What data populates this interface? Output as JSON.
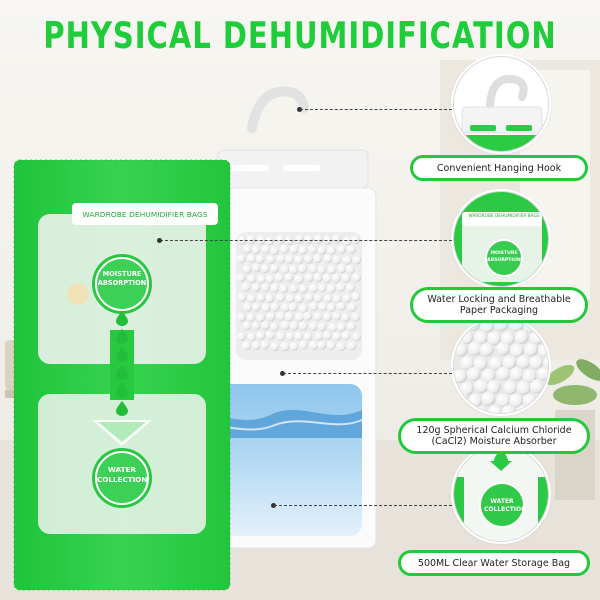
{
  "title": "PHYSICAL DEHUMIDIFICATION",
  "bag": {
    "label": "WARDROBE DEHUMIDIFIER BAGS",
    "moisture_label": "MOISTURE ABSORPTION",
    "water_label": "WATER COLLECTION"
  },
  "callouts": [
    {
      "label": "Convenient Hanging Hook",
      "icon": "hanging-hook"
    },
    {
      "label": "Water Locking and Breathable Paper Packaging",
      "icon": "bag-label"
    },
    {
      "label": "120g Spherical Calcium Chloride (CaCl2) Moisture Absorber",
      "icon": "absorber-beads"
    },
    {
      "label": "500ML Clear Water Storage Bag",
      "icon": "water-collection"
    }
  ],
  "callout_texts": {
    "label_mini": "WARDROBE DEHUMIDIFIER BAGS",
    "moisture_mini": "MOISTURE ABSORPTION",
    "water_mini": "WATER COLLECTION"
  },
  "colors": {
    "brand_green": "#1fcc3a",
    "bag_green": "#27c93f",
    "water_blue": "#7fbde9"
  }
}
